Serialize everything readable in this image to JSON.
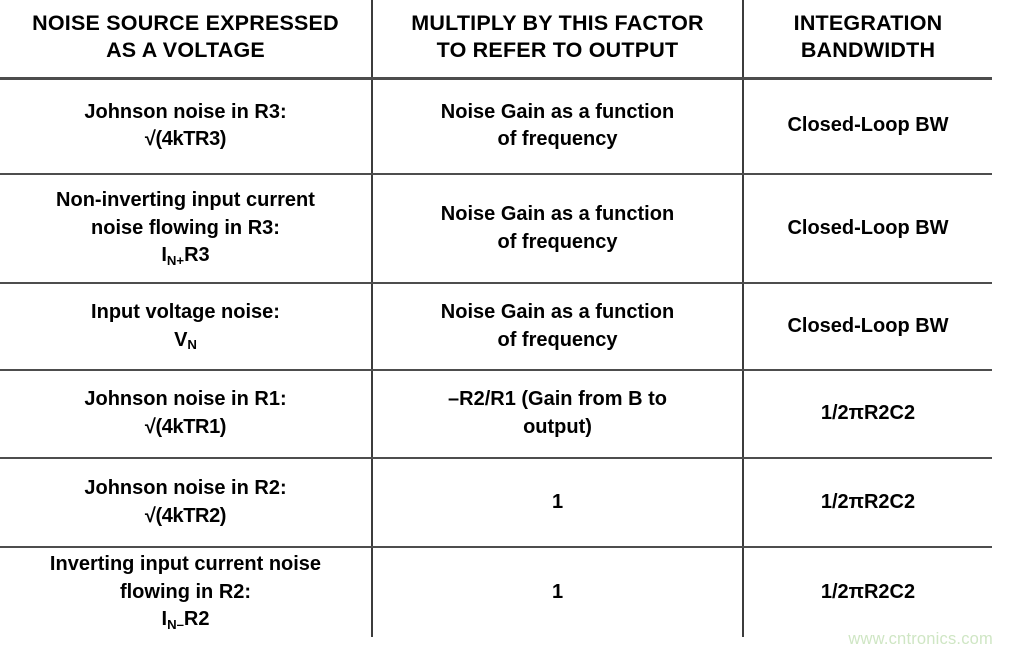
{
  "table": {
    "headers": [
      "NOISE SOURCE EXPRESSED AS A VOLTAGE",
      "MULTIPLY BY THIS FACTOR TO REFER TO OUTPUT",
      "INTEGRATION BANDWIDTH"
    ],
    "header_lines": {
      "col1_line1": "NOISE SOURCE EXPRESSED",
      "col1_line2": "AS A VOLTAGE",
      "col2_line1": "MULTIPLY BY THIS FACTOR",
      "col2_line2": "TO REFER TO OUTPUT",
      "col3_line1": "INTEGRATION",
      "col3_line2": "BANDWIDTH"
    },
    "rows": [
      {
        "source_line1": "Johnson noise in R3:",
        "source_line2_pre": "√(4kTR3)",
        "source_sub": "",
        "source_line2_post": "",
        "factor_line1": "Noise Gain as a function",
        "factor_line2": "of frequency",
        "bandwidth": "Closed-Loop BW"
      },
      {
        "source_line1": "Non-inverting input current",
        "source_line1b": "noise flowing in R3:",
        "source_line2_pre": "I",
        "source_sub": "N+",
        "source_line2_post": "R3",
        "factor_line1": "Noise Gain as a function",
        "factor_line2": "of frequency",
        "bandwidth": "Closed-Loop BW"
      },
      {
        "source_line1": "Input voltage noise:",
        "source_line2_pre": "V",
        "source_sub": "N",
        "source_line2_post": "",
        "factor_line1": "Noise Gain as a function",
        "factor_line2": "of frequency",
        "bandwidth": "Closed-Loop BW"
      },
      {
        "source_line1": "Johnson noise in R1:",
        "source_line2_pre": "√(4kTR1)",
        "source_sub": "",
        "source_line2_post": "",
        "factor_line1": "–R2/R1 (Gain from B to",
        "factor_line2": "output)",
        "bandwidth": "1/2πR2C2"
      },
      {
        "source_line1": "Johnson noise in R2:",
        "source_line2_pre": "√(4kTR2)",
        "source_sub": "",
        "source_line2_post": "",
        "factor_line1": "1",
        "factor_line2": "",
        "bandwidth": "1/2πR2C2"
      },
      {
        "source_line1": "Inverting input current noise",
        "source_line1b": "flowing in R2:",
        "source_line2_pre": "I",
        "source_sub": "N–",
        "source_line2_post": "R2",
        "factor_line1": "1",
        "factor_line2": "",
        "bandwidth": "1/2πR2C2"
      }
    ]
  },
  "watermark": {
    "text": "www.cntronics.com",
    "color": "#cfe6c4"
  },
  "colors": {
    "text": "#000000",
    "rule": "#4d4d4d",
    "background": "#ffffff"
  }
}
